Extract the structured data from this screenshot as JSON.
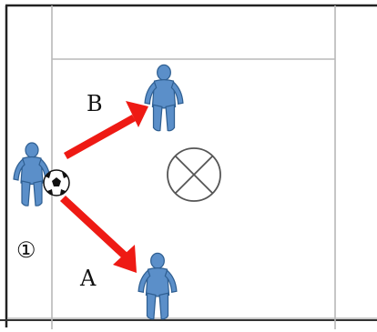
{
  "labels": {
    "pass_b": "B",
    "pass_a": "A",
    "player_number": "①"
  },
  "colors": {
    "player": "#5b8fc9",
    "player_outline": "#2f5f92",
    "arrow": "#ee1a14",
    "court_line": "#b8b8b8",
    "border": "#222222",
    "ball": "#111111"
  },
  "icons": {
    "player": "player-figure-icon",
    "ball": "soccer-ball-icon",
    "center_mark": "crossed-circle-icon"
  }
}
